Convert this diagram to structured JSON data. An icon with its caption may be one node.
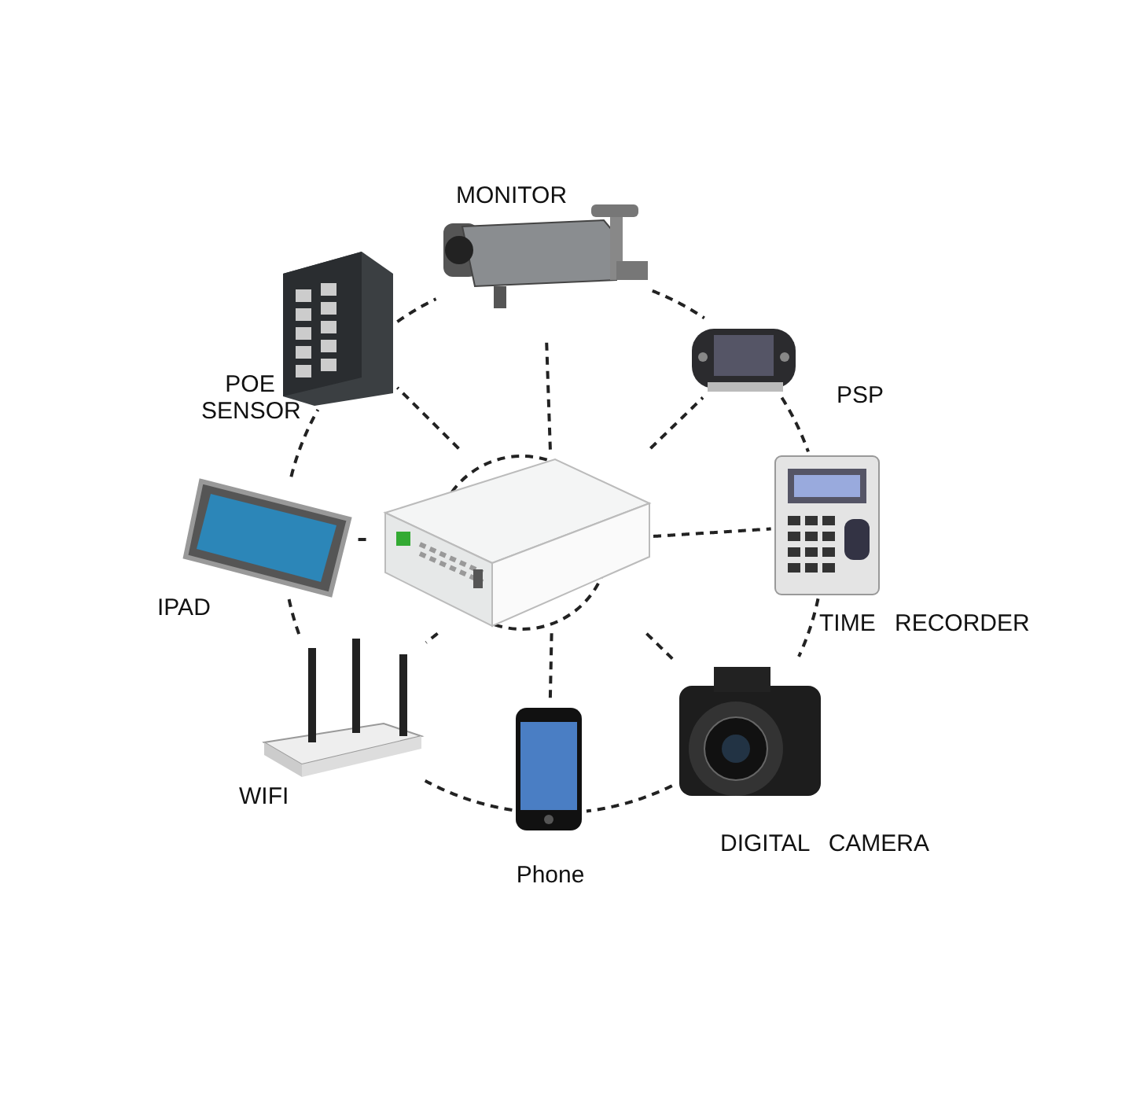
{
  "diagram": {
    "nodes": [
      {
        "text": [],
        "shape": "picture"
      },
      {
        "text": [
          "MONITOR"
        ]
      },
      {
        "text": [
          "POE SENSOR"
        ]
      },
      {
        "text": [
          "PSP"
        ]
      },
      {
        "text": [
          "TIME RECORDER"
        ]
      },
      {
        "text": [
          "DIGITAL CAMERA"
        ]
      },
      {
        "text": [
          "Phone"
        ]
      },
      {
        "text": [
          "WIFI"
        ]
      },
      {
        "text": [
          "IPAD"
        ]
      }
    ],
    "edges": [
      {
        "from": 0,
        "to": 1,
        "arrow": "none",
        "style": "dashed"
      },
      {
        "from": 0,
        "to": 2,
        "arrow": "none",
        "style": "dashed"
      },
      {
        "from": 0,
        "to": 3,
        "arrow": "none",
        "style": "dashed"
      },
      {
        "from": 0,
        "to": 4,
        "arrow": "none",
        "style": "dashed"
      },
      {
        "from": 0,
        "to": 5,
        "arrow": "none",
        "style": "dashed"
      },
      {
        "from": 0,
        "to": 6,
        "arrow": "none",
        "style": "dashed"
      },
      {
        "from": 0,
        "to": 7,
        "arrow": "none",
        "style": "dashed"
      },
      {
        "from": 0,
        "to": 8,
        "arrow": "none",
        "style": "dashed"
      },
      {
        "from": 2,
        "to": 1,
        "arrow": "none",
        "style": "dashed"
      },
      {
        "from": 1,
        "to": 3,
        "arrow": "none",
        "style": "dashed"
      },
      {
        "from": 3,
        "to": 4,
        "arrow": "none",
        "style": "dashed"
      },
      {
        "from": 4,
        "to": 5,
        "arrow": "none",
        "style": "dashed"
      },
      {
        "from": 5,
        "to": 6,
        "arrow": "none",
        "style": "dashed"
      },
      {
        "from": 6,
        "to": 7,
        "arrow": "none",
        "style": "dashed"
      },
      {
        "from": 7,
        "to": 8,
        "arrow": "none",
        "style": "dashed"
      },
      {
        "from": 8,
        "to": 2,
        "arrow": "none",
        "style": "dashed"
      }
    ]
  }
}
